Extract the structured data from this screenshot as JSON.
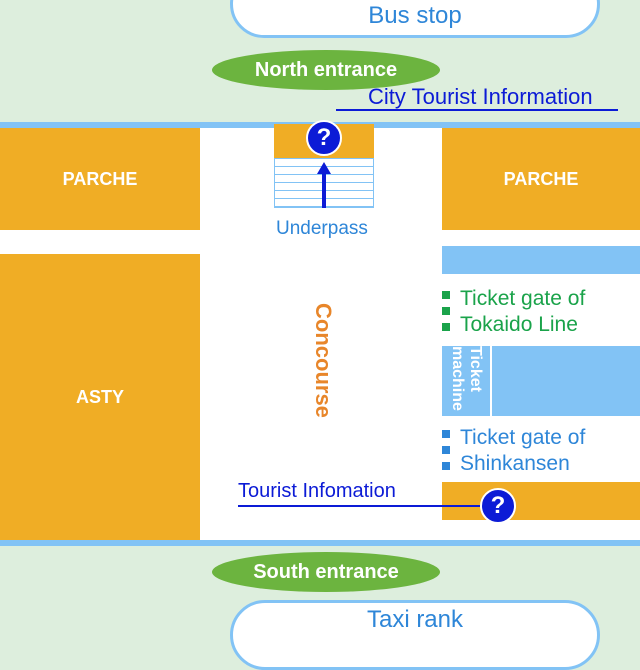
{
  "labels": {
    "bus_stop": "Bus stop",
    "taxi_rank": "Taxi rank",
    "north_entrance": "North entrance",
    "south_entrance": "South entrance",
    "city_tourist_info": "City Tourist Information",
    "tourist_info": "Tourist Infomation",
    "parche_left": "PARCHE",
    "parche_right": "PARCHE",
    "asty": "ASTY",
    "underpass": "Underpass",
    "concourse": "Concourse",
    "ticket_machine": "Ticket machine",
    "gate_tokaido_1": "Ticket gate of",
    "gate_tokaido_2": "Tokaido Line",
    "gate_shinkansen_1": "Ticket gate of",
    "gate_shinkansen_2": "Shinkansen",
    "info_symbol": "?"
  },
  "colors": {
    "background": "#ddeedd",
    "building": "#f0ad25",
    "walkway": "#ffffff",
    "light_blue": "#82c3f5",
    "entrance_green": "#6cb43f",
    "info_navy": "#0c1bd6",
    "concourse_orange": "#e8862a",
    "tokaido_green": "#1aa34a",
    "shinkansen_blue": "#2e86d8"
  },
  "icons": {
    "info": "question-mark-circle-icon",
    "arrow": "up-arrow-icon"
  }
}
